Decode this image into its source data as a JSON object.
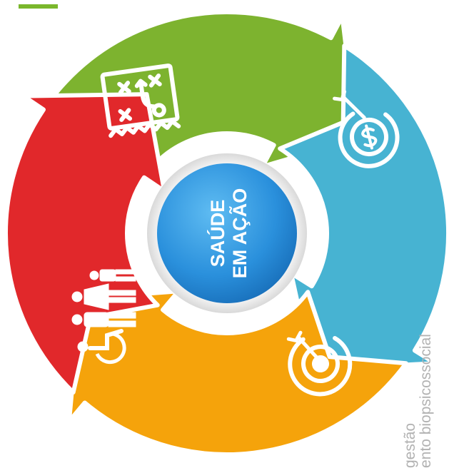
{
  "center": {
    "line1": "SAÚDE",
    "line2": "EM AÇÃO"
  },
  "side_text": {
    "line1": "gestão",
    "line2": "ento biopsicossocial"
  },
  "colors": {
    "green": "#7db32f",
    "blue": "#47b3d2",
    "orange": "#f5a30b",
    "red": "#e1282b",
    "center_blue": "#2a90dc",
    "accent": "#7ab72c"
  },
  "segments": [
    {
      "name": "green-arrow-segment",
      "icon": "strategy-board-icon",
      "color": "#7db32f"
    },
    {
      "name": "blue-arrow-segment",
      "icon": "dollar-target-icon",
      "color": "#47b3d2"
    },
    {
      "name": "orange-arrow-segment",
      "icon": "bullseye-target-icon",
      "color": "#f5a30b"
    },
    {
      "name": "red-arrow-segment",
      "icon": "people-wheelchair-icon",
      "color": "#e1282b"
    }
  ]
}
